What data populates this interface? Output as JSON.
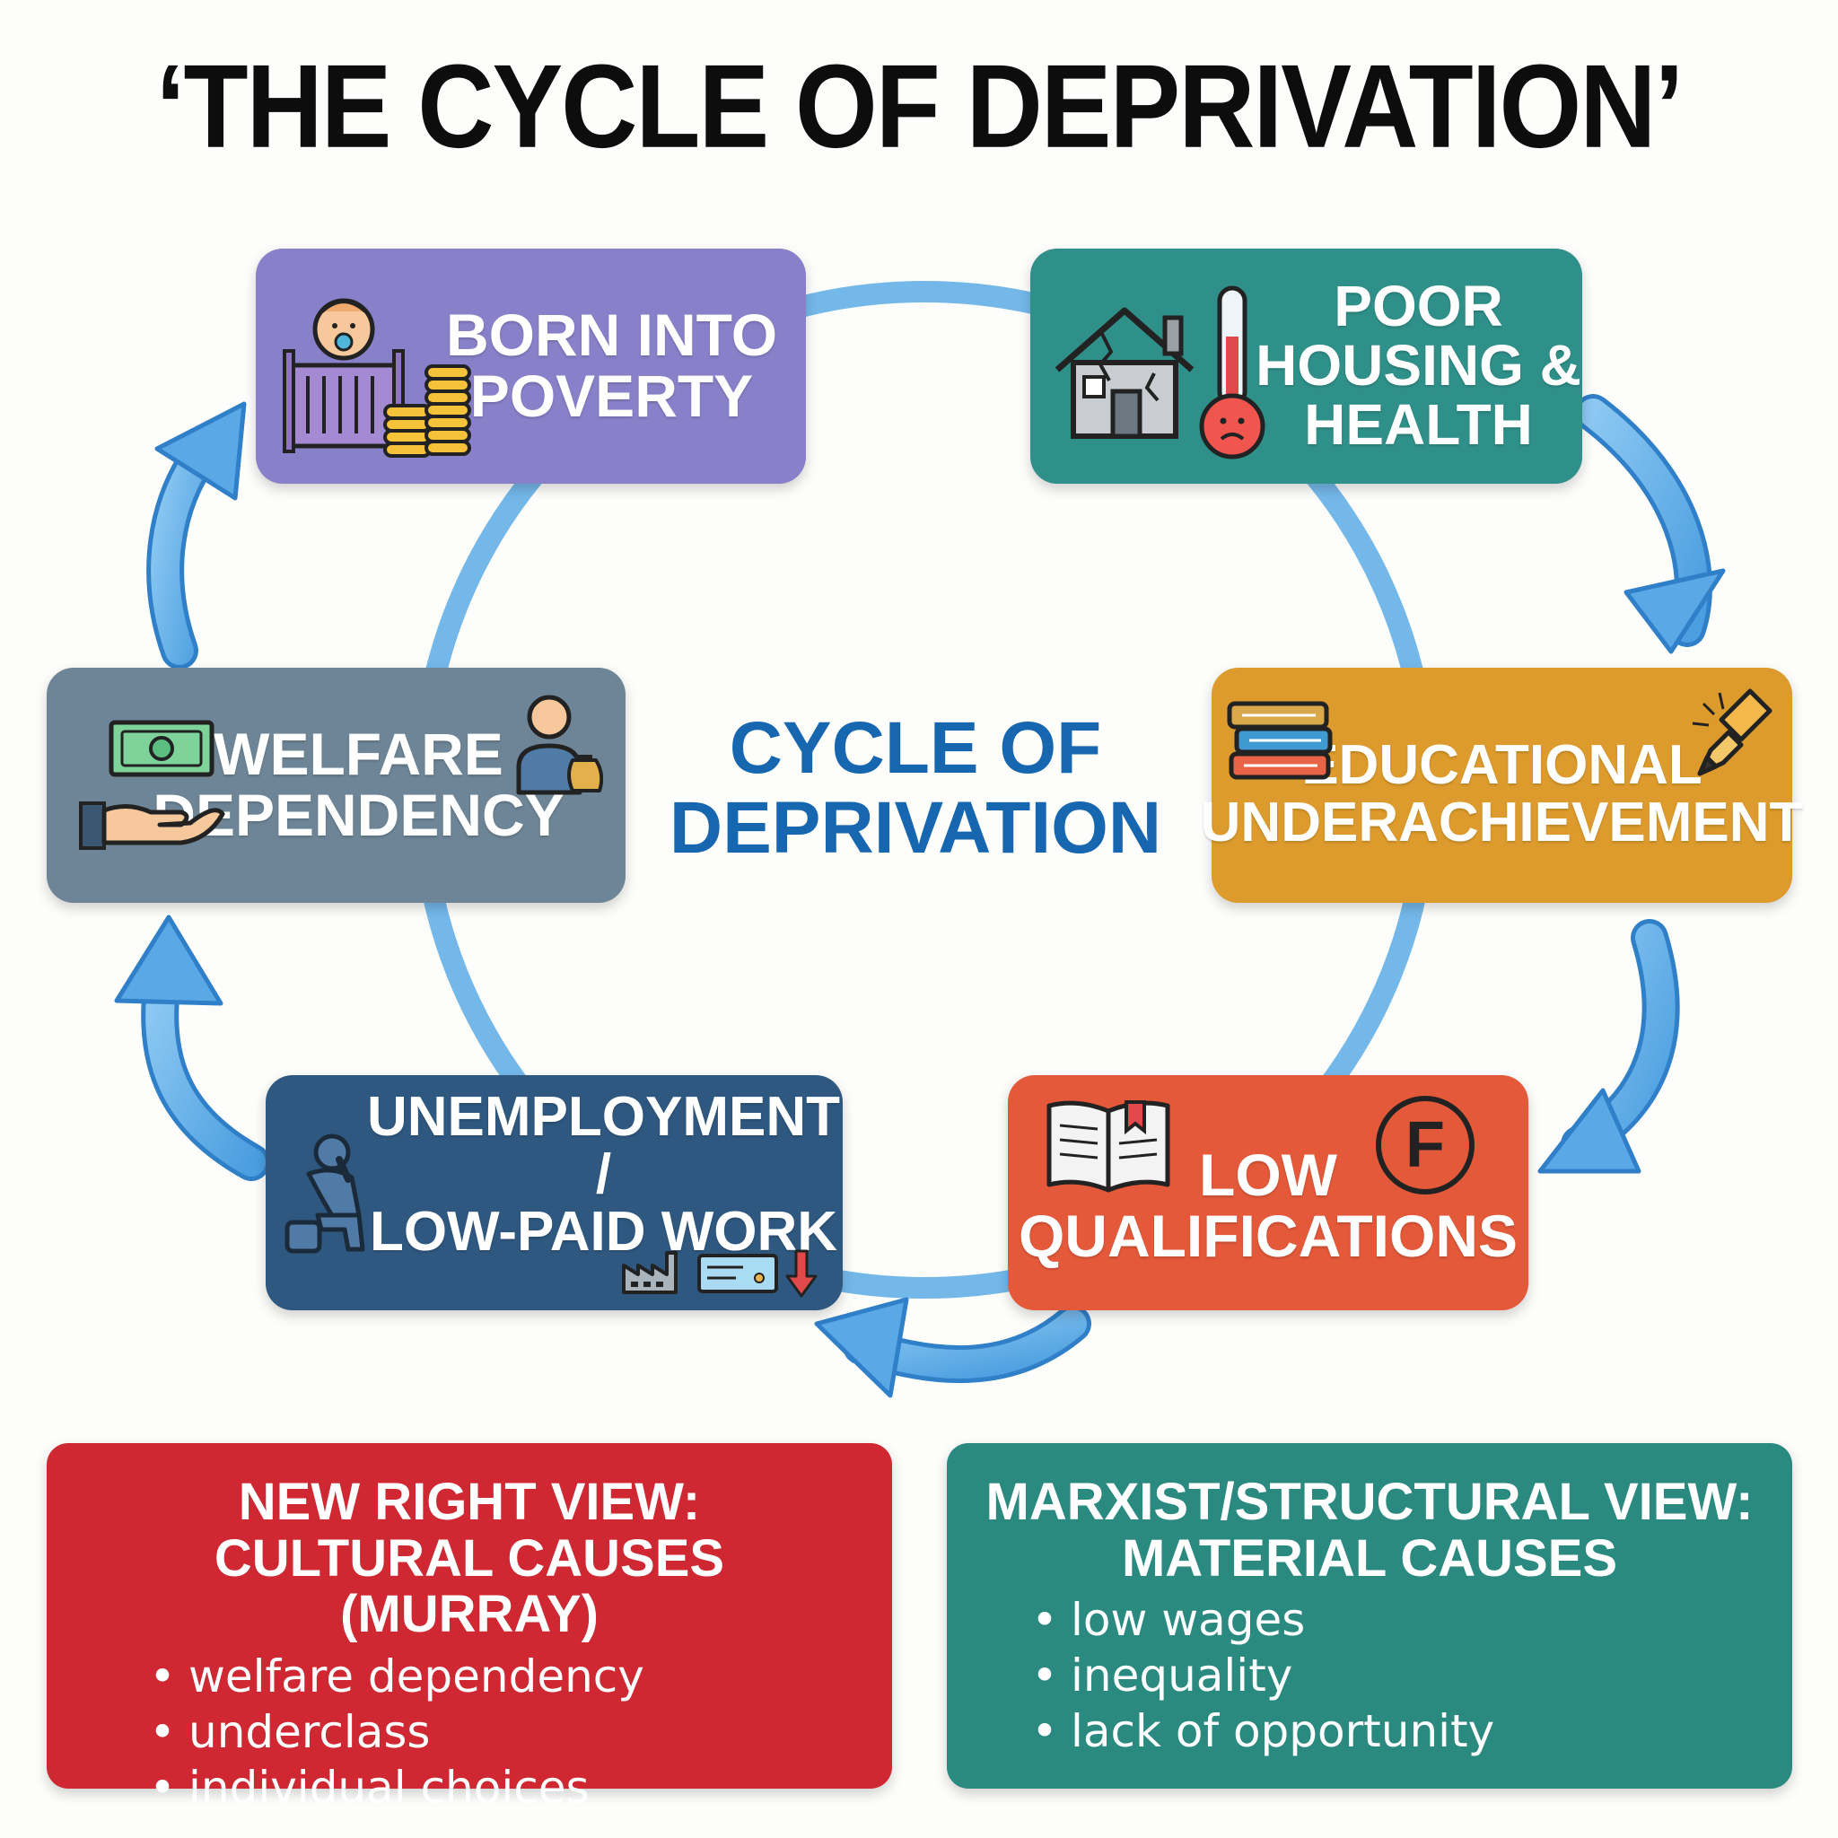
{
  "title": "‘THE CYCLE OF DEPRIVATION’",
  "center_label": "CYCLE OF\nDEPRIVATION",
  "stages": [
    {
      "label": "BORN INTO\nPOVERTY",
      "color": "#8880c8",
      "icons": [
        "baby-in-crib-icon",
        "coin-stack-icon"
      ]
    },
    {
      "label": "POOR\nHOUSING &\nHEALTH",
      "color": "#2f9089",
      "icons": [
        "damaged-house-icon",
        "thermometer-sad-face-icon"
      ]
    },
    {
      "label": "EDUCATIONAL\nUNDERACHIEVEMENT",
      "color": "#dc9b2c",
      "icons": [
        "book-stack-icon",
        "broken-pencil-icon"
      ]
    },
    {
      "label": "LOW\nQUALIFICATIONS",
      "color": "#e3593a",
      "icons": [
        "open-book-icon",
        "grade-f-icon"
      ]
    },
    {
      "label": "UNEMPLOYMENT /\nLOW-PAID WORK",
      "color": "#2f5880",
      "icons": [
        "distressed-person-icon",
        "factory-icon",
        "paycheck-icon",
        "down-arrow-icon"
      ]
    },
    {
      "label": "WELFARE\nDEPENDENCY",
      "color": "#6d8596",
      "icons": [
        "cash-hand-icon",
        "person-money-bag-icon"
      ]
    }
  ],
  "views": [
    {
      "title": "NEW RIGHT VIEW:\nCULTURAL CAUSES (MURRAY)",
      "color": "#cf2832",
      "bullet": "•",
      "items": [
        "welfare dependency",
        "underclass",
        "individual choices"
      ]
    },
    {
      "title": "MARXIST/STRUCTURAL VIEW:\nMATERIAL CAUSES",
      "color": "#2b8a80",
      "bullet": "•",
      "items": [
        "low wages",
        "inequality",
        "lack of opportunity"
      ]
    }
  ],
  "colors": {
    "ring": "#74b8ea",
    "arrow": "#5aa9e6",
    "arrow_dark": "#2f7fc9",
    "center_text": "#1666b0"
  }
}
